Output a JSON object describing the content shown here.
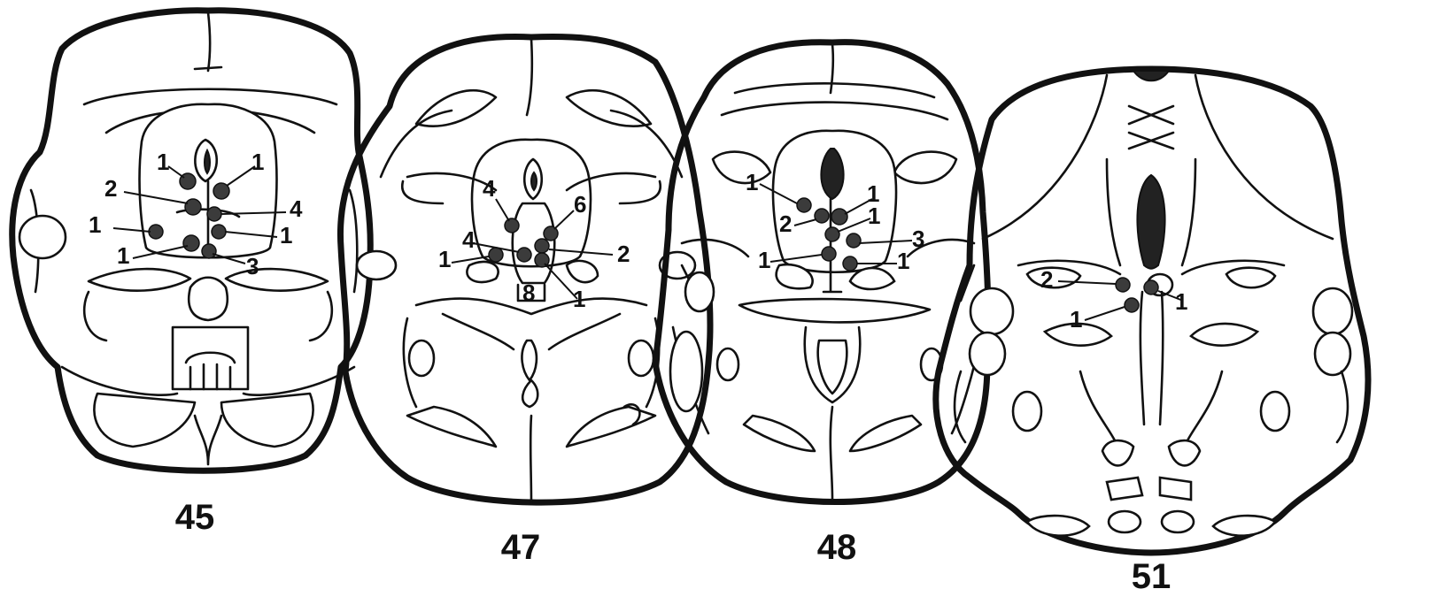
{
  "sections": [
    {
      "number": "45",
      "labels": [
        "1",
        "1",
        "2",
        "4",
        "1",
        "1",
        "1",
        "3"
      ]
    },
    {
      "number": "47",
      "labels": [
        "4",
        "6",
        "4",
        "1",
        "2",
        "1"
      ]
    },
    {
      "number": "48",
      "labels": [
        "1",
        "1",
        "2",
        "1",
        "3",
        "1",
        "1"
      ]
    },
    {
      "number": "51",
      "labels": [
        "2",
        "1",
        "1"
      ]
    }
  ]
}
